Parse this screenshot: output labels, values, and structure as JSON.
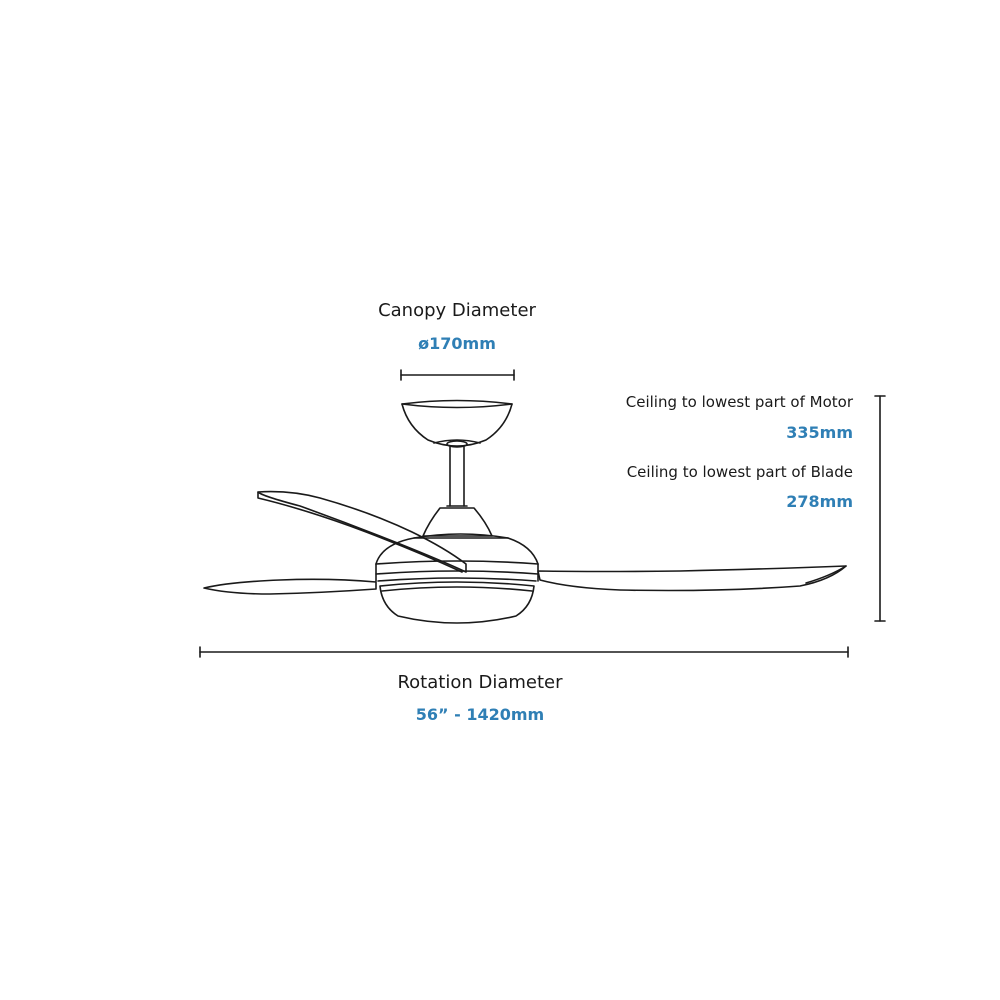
{
  "canopy": {
    "title": "Canopy Diameter",
    "value": "ø170mm"
  },
  "motor_height": {
    "title": "Ceiling to lowest part of Motor",
    "value": "335mm"
  },
  "blade_height": {
    "title": "Ceiling to lowest part of Blade",
    "value": "278mm"
  },
  "rotation": {
    "title": "Rotation Diameter",
    "value": "56” - 1420mm"
  },
  "colors": {
    "value_text": "#2f7fb5",
    "line": "#1a1a1a"
  }
}
